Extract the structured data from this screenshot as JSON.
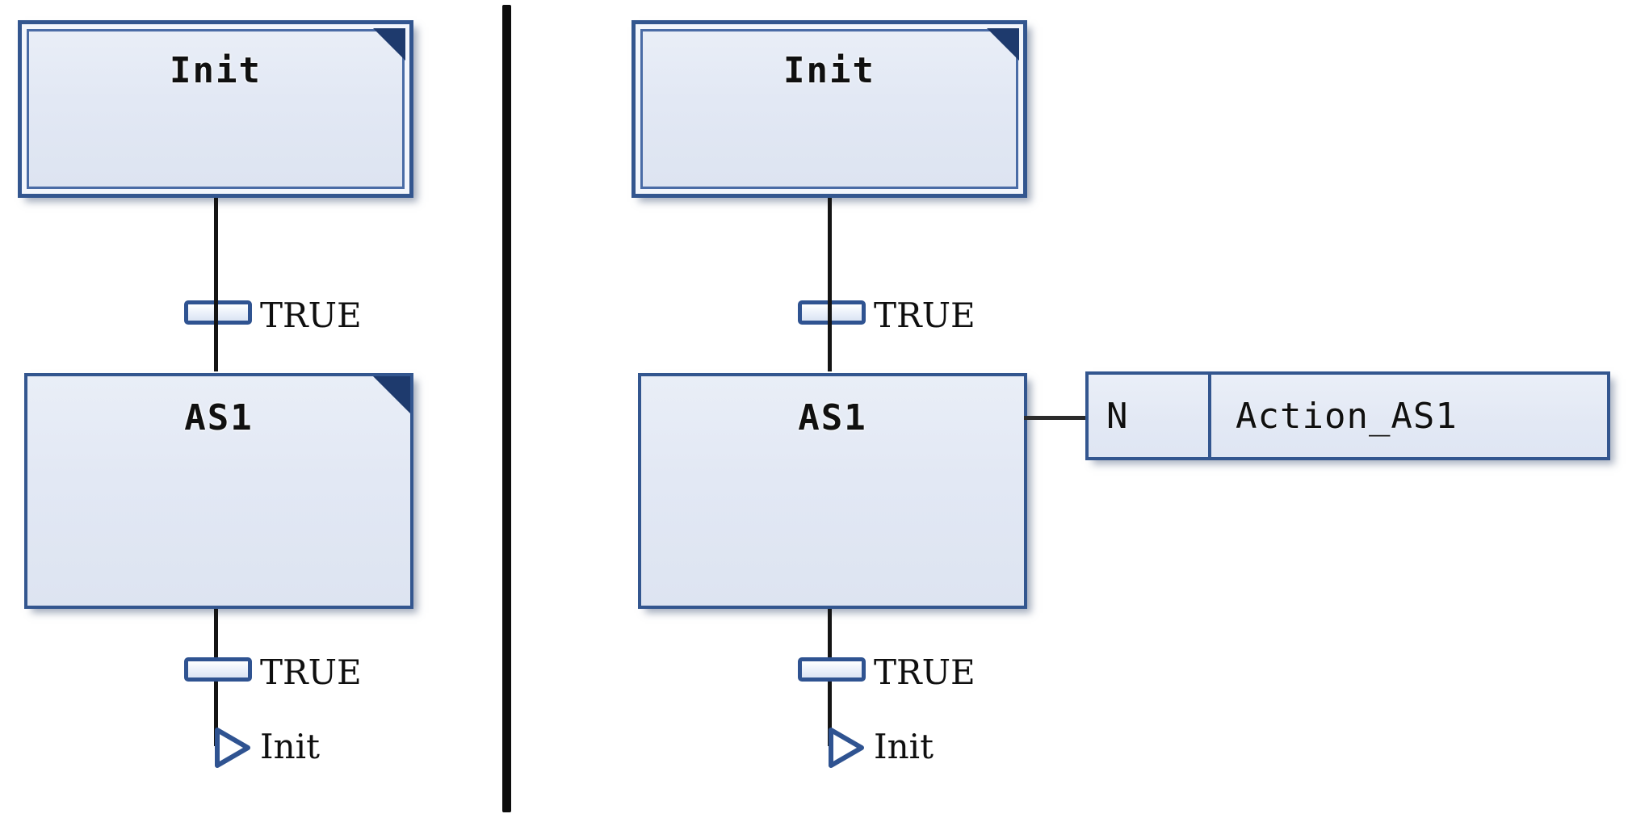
{
  "diagram": {
    "type": "sfc-sequential-function-chart",
    "divider": {
      "present": true,
      "color": "#0d0d0d"
    },
    "colors": {
      "step_fill": "#e2e8f4",
      "step_border": "#33568f",
      "initial_step_inner_border": "#4a6ca6",
      "fold_corner": "#1e3a6d",
      "transition_border": "#2f5391",
      "line": "#141414",
      "text": "#101010"
    },
    "charts": [
      {
        "id": "left",
        "caption": "",
        "steps": [
          {
            "name": "Init",
            "initial": true,
            "folded_corner": true
          },
          {
            "name": "AS1",
            "initial": false,
            "folded_corner": true
          }
        ],
        "transitions": [
          {
            "label": "TRUE"
          },
          {
            "label": "TRUE"
          }
        ],
        "jump": {
          "target": "Init"
        },
        "actions": []
      },
      {
        "id": "right",
        "caption": "",
        "steps": [
          {
            "name": "Init",
            "initial": true,
            "folded_corner": true
          },
          {
            "name": "AS1",
            "initial": false,
            "folded_corner": false
          }
        ],
        "transitions": [
          {
            "label": "TRUE"
          },
          {
            "label": "TRUE"
          }
        ],
        "jump": {
          "target": "Init"
        },
        "actions": [
          {
            "qualifier": "N",
            "name": "Action_AS1",
            "attached_to": "AS1"
          }
        ]
      }
    ]
  }
}
